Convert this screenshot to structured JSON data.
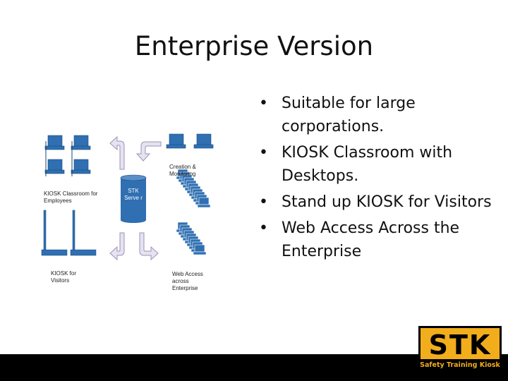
{
  "slide": {
    "title": "Enterprise Version",
    "bullets": [
      "Suitable for large corporations.",
      "KIOSK Classroom with Desktops.",
      "Stand up KIOSK for Visitors",
      "Web Access Across the Enterprise"
    ],
    "bullet_marker": "•"
  },
  "diagram": {
    "classroom_label": "KIOSK Classroom for Employees",
    "kiosk_label": "KIOSK for Visitors",
    "server_label": "STK Serve r",
    "creation_label": "Creation & Monitoring",
    "web_label": "Web Access across Enterprise",
    "computer_color": "#2f6fb2",
    "computer_stroke": "#1c4a7a",
    "server_color": "#2f6fb2",
    "arrow_fill": "#e6e2ef",
    "arrow_stroke": "#9b93b8"
  },
  "logo": {
    "text": "STK",
    "subtitle": "Safety Training Kiosk",
    "color": "#f2ad1c"
  }
}
